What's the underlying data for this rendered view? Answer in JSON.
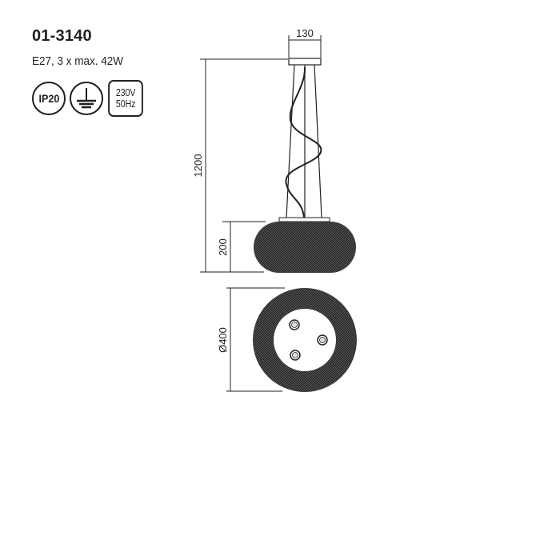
{
  "product": {
    "code": "01-3140",
    "spec": "E27, 3 x max. 42W"
  },
  "icons": [
    {
      "name": "ip-rating-icon",
      "label": "IP20"
    },
    {
      "name": "earth-ground-icon",
      "label": ""
    },
    {
      "name": "voltage-icon",
      "line1": "230V",
      "line2": "50Hz"
    }
  ],
  "dimensions": {
    "canopy_width": "130",
    "total_height": "1200",
    "shade_height": "200",
    "shade_diameter": "Ø400"
  },
  "colors": {
    "line": "#231f20",
    "shade_fill": "#3a3a3a"
  }
}
